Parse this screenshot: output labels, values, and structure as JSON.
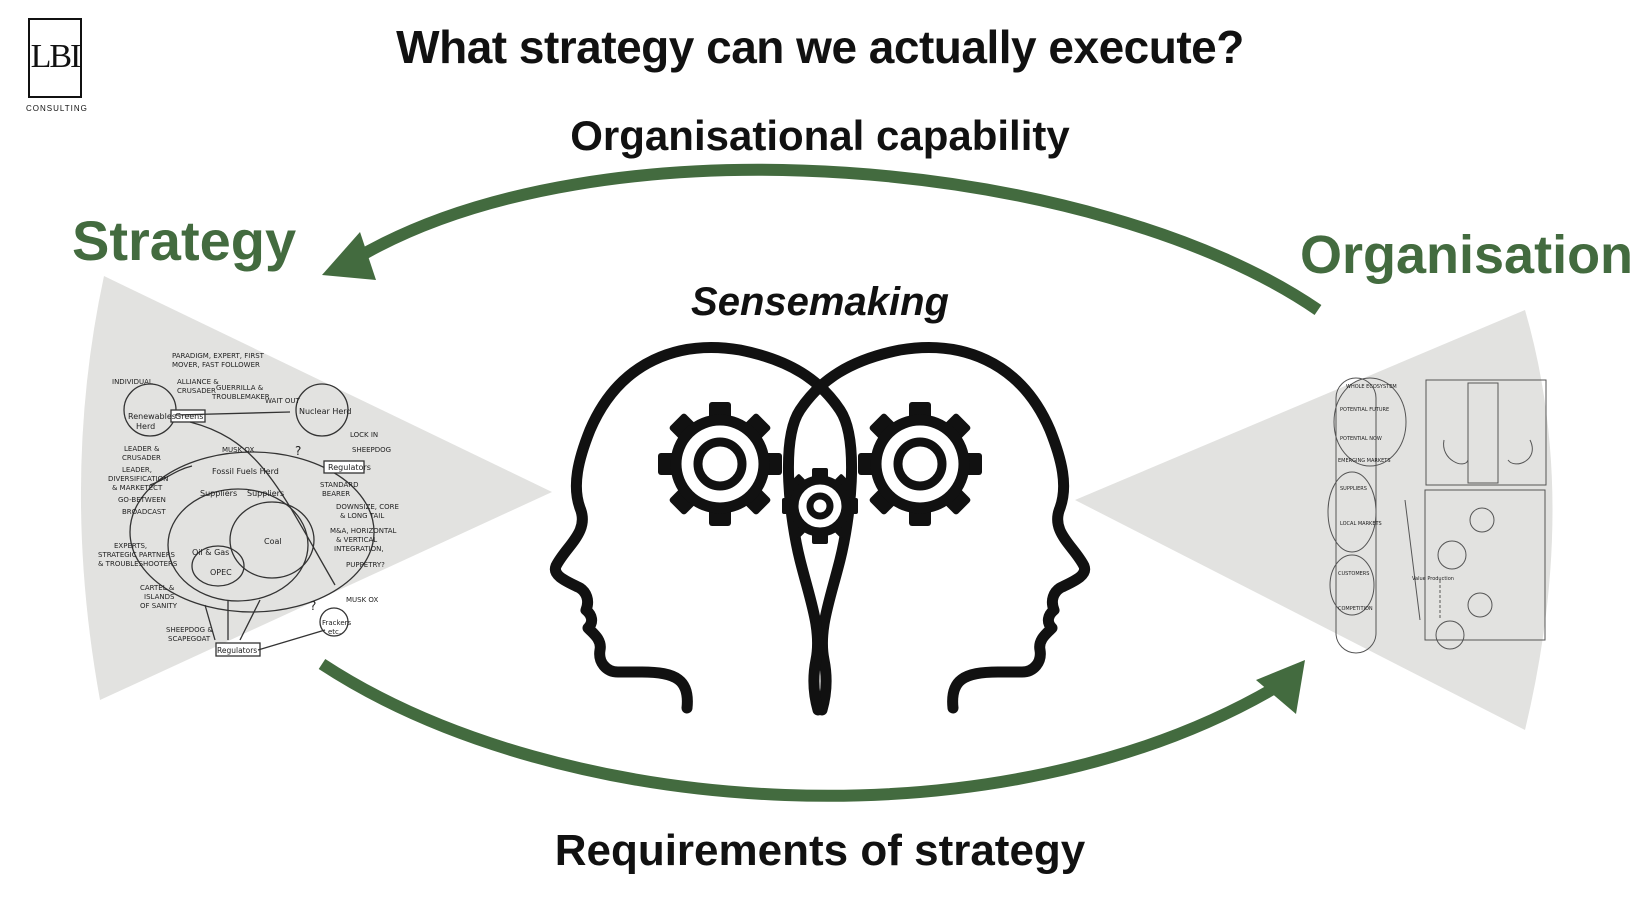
{
  "title": "What strategy can we actually execute?",
  "logo": {
    "letters": "LBI",
    "caption": "CONSULTING"
  },
  "labels": {
    "strategy": "Strategy",
    "organisation": "Organisation",
    "sensemaking": "Sensemaking",
    "top_arrow": "Organisational capability",
    "bottom_arrow": "Requirements of strategy"
  },
  "strategy_map": {
    "individual": "INDIVIDUAL",
    "paradigm": "PARADIGM, EXPERT, FIRST",
    "mover": "MOVER, FAST FOLLOWER",
    "alliance": "ALLIANCE &",
    "crusader": "CRUSADER",
    "guerrilla": "GUERRILLA &",
    "troublemaker": "TROUBLEMAKER",
    "wait_out": "WAIT OUT",
    "renewables": "Renewables",
    "herd": "Herd",
    "greens": "Greens",
    "nuclear_herd": "Nuclear Herd",
    "lock_in": "LOCK IN",
    "sheepdog": "SHEEPDOG",
    "regulators": "Regulators",
    "musk_ox": "MUSK OX",
    "leader_crusader_1": "LEADER &",
    "leader_crusader_2": "CRUSADER",
    "fossil_fuels_herd": "Fossil Fuels Herd",
    "leader_div_1": "LEADER,",
    "leader_div_2": "DIVERSIFICATION",
    "leader_div_3": "& MARKETECT",
    "standard_1": "STANDARD",
    "standard_2": "BEARER",
    "go_between": "GO-BETWEEN",
    "broadcast": "BROADCAST",
    "suppliers": "Suppliers",
    "downsize_1": "DOWNSIZE, CORE",
    "downsize_2": "& LONG TAIL",
    "coal": "Coal",
    "experts_1": "EXPERTS,",
    "experts_2": "STRATEGIC PARTNERS",
    "experts_3": "& TROUBLESHOOTERS",
    "oil_gas": "Oil & Gas",
    "opec": "OPEC",
    "mna_1": "M&A, HORIZONTAL",
    "mna_2": "& VERTICAL",
    "mna_3": "INTEGRATION,",
    "puppetry": "PUPPETRY?",
    "cartel_1": "CARTEL &",
    "cartel_2": "ISLANDS",
    "cartel_3": "OF SANITY",
    "frackers_1": "Frackers",
    "frackers_2": "etc.",
    "sheepdog_scapegoat_1": "SHEEPDOG &",
    "sheepdog_scapegoat_2": "SCAPEGOAT",
    "question": "?"
  },
  "org_map": {
    "whole_ecosystem": "WHOLE ECOSYSTEM",
    "potential_future": "POTENTIAL FUTURE",
    "potential_now": "POTENTIAL NOW",
    "emerging_markets": "EMERGING MARKETS",
    "suppliers": "SUPPLIERS",
    "local_markets": "LOCAL MARKETS",
    "customers": "CUSTOMERS",
    "competition": "COMPETITION",
    "value_production": "Value Production"
  },
  "colors": {
    "accent_green": "#436b3f",
    "wedge_gray": "#e2e2e0",
    "ink": "#111111"
  },
  "icons": [
    "heads-silhouette-icon",
    "gears-icon"
  ]
}
